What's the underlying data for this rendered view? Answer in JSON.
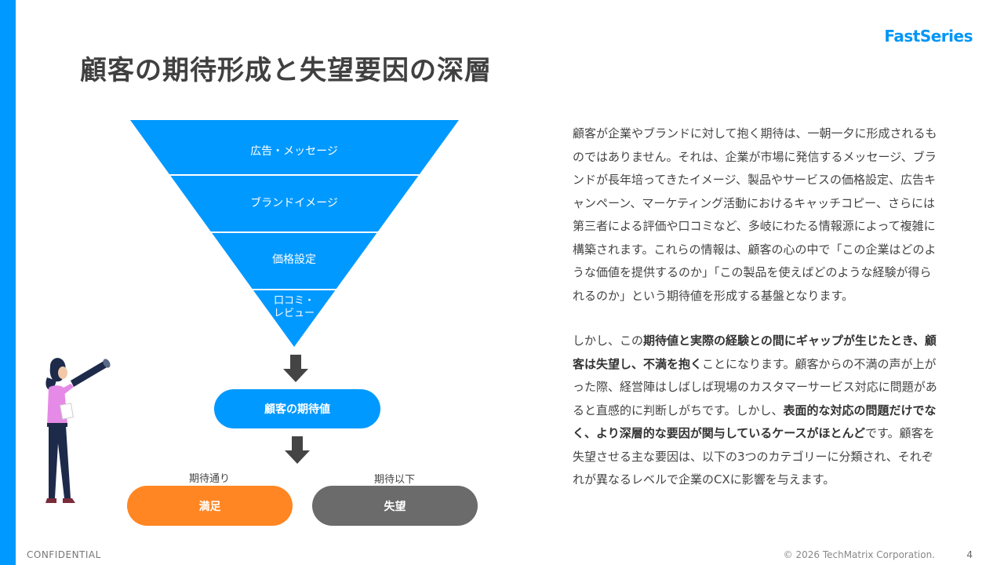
{
  "header": {
    "title": "顧客の期待形成と失望要因の深層",
    "logo": "FastSeries"
  },
  "funnel": {
    "layers": [
      "広告・メッセージ",
      "ブランドイメージ",
      "価格設定",
      "口コミ・\nレビュー"
    ],
    "color": "#0099ff"
  },
  "flow": {
    "expectation": "顧客の期待値",
    "met_label": "期待通り",
    "unmet_label": "期待以下",
    "satisfied": "満足",
    "disappointed": "失望",
    "satisfied_color": "#ff8622",
    "disappointed_color": "#6b6b6b"
  },
  "body": {
    "p1": "顧客が企業やブランドに対して抱く期待は、一朝一夕に形成されるものではありません。それは、企業が市場に発信するメッセージ、ブランドが長年培ってきたイメージ、製品やサービスの価格設定、広告キャンペーン、マーケティング活動におけるキャッチコピー、さらには第三者による評価や口コミなど、多岐にわたる情報源によって複雑に構築されます。これらの情報は、顧客の心の中で「この企業はどのような価値を提供するのか」「この製品を使えばどのような経験が得られるのか」という期待値を形成する基盤となります。",
    "p2_a": "しかし、この",
    "p2_b": "期待値と実際の経験との間にギャップが生じたとき、顧客は失望し、不満を抱く",
    "p2_c": "ことになります。顧客からの不満の声が上がった際、経営陣はしばしば現場のカスタマーサービス対応に問題があると直感的に判断しがちです。しかし、",
    "p2_d": "表面的な対応の問題だけでなく、より深層的な要因が関与しているケースがほとんど",
    "p2_e": "です。顧客を失望させる主な要因は、以下の3つのカテゴリーに分類され、それぞれが異なるレベルで企業のCXに影響を与えます。"
  },
  "footer": {
    "confidential": "CONFIDENTIAL",
    "copyright": "© 2026 TechMatrix Corporation.",
    "page": "4"
  },
  "colors": {
    "accent": "#0099ff"
  }
}
